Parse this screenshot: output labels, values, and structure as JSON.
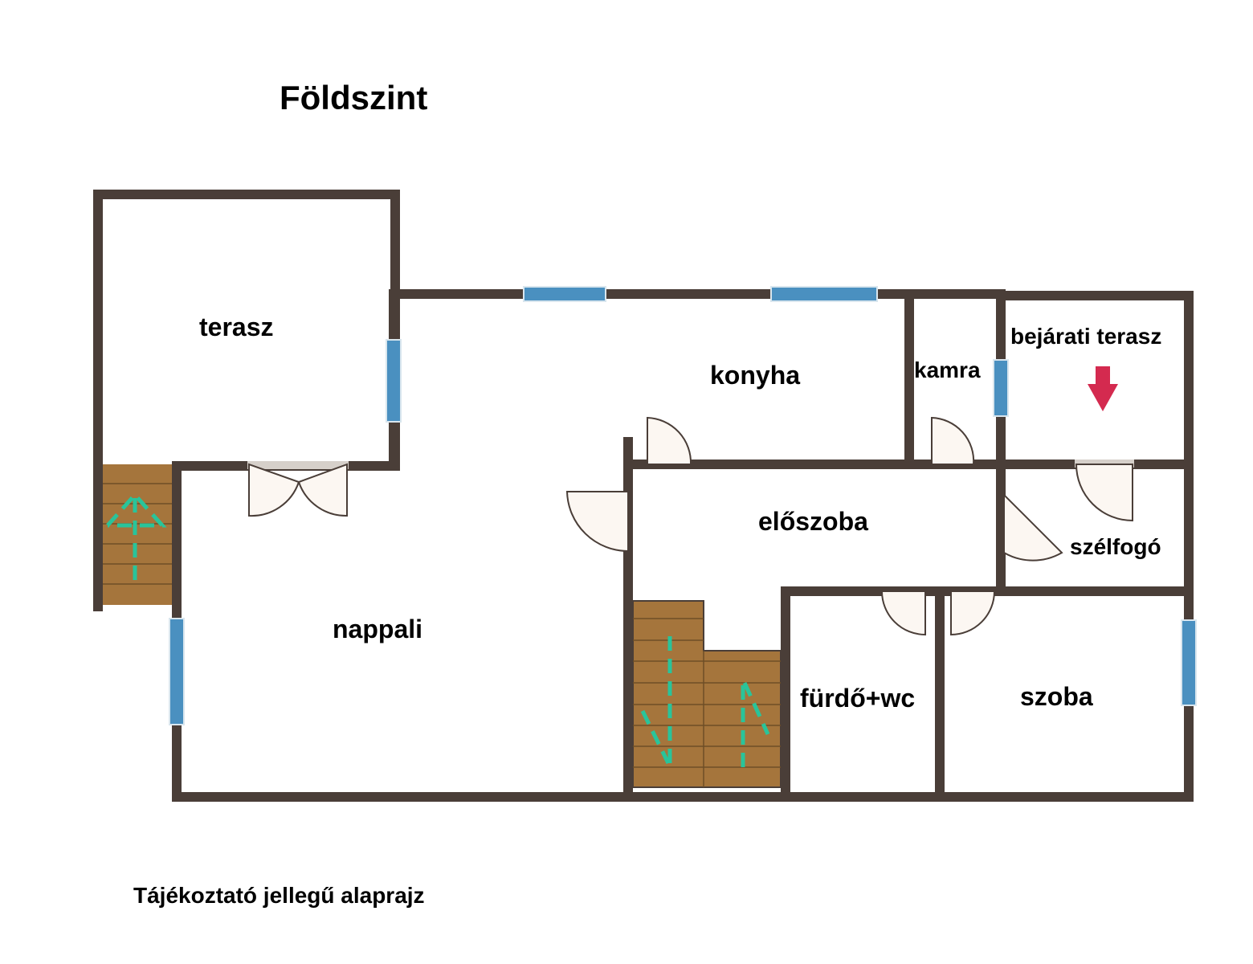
{
  "title": "Földszint",
  "footer": "Tájékoztató jellegű alaprajz",
  "rooms": {
    "terasz": "terasz",
    "konyha": "konyha",
    "kamra": "kamra",
    "bejarati_terasz": "bejárati terasz",
    "eloszoba": "előszoba",
    "szelfogo": "szélfogó",
    "nappali": "nappali",
    "furdo_wc": "fürdő+wc",
    "szoba": "szoba"
  },
  "colors": {
    "wall": "#4a3e38",
    "window": "#4a90c0",
    "stair": "#a5753c",
    "stair_arrow": "#29c49a",
    "entrance_arrow": "#d42a4f",
    "door_fill": "#fcf7f2"
  }
}
